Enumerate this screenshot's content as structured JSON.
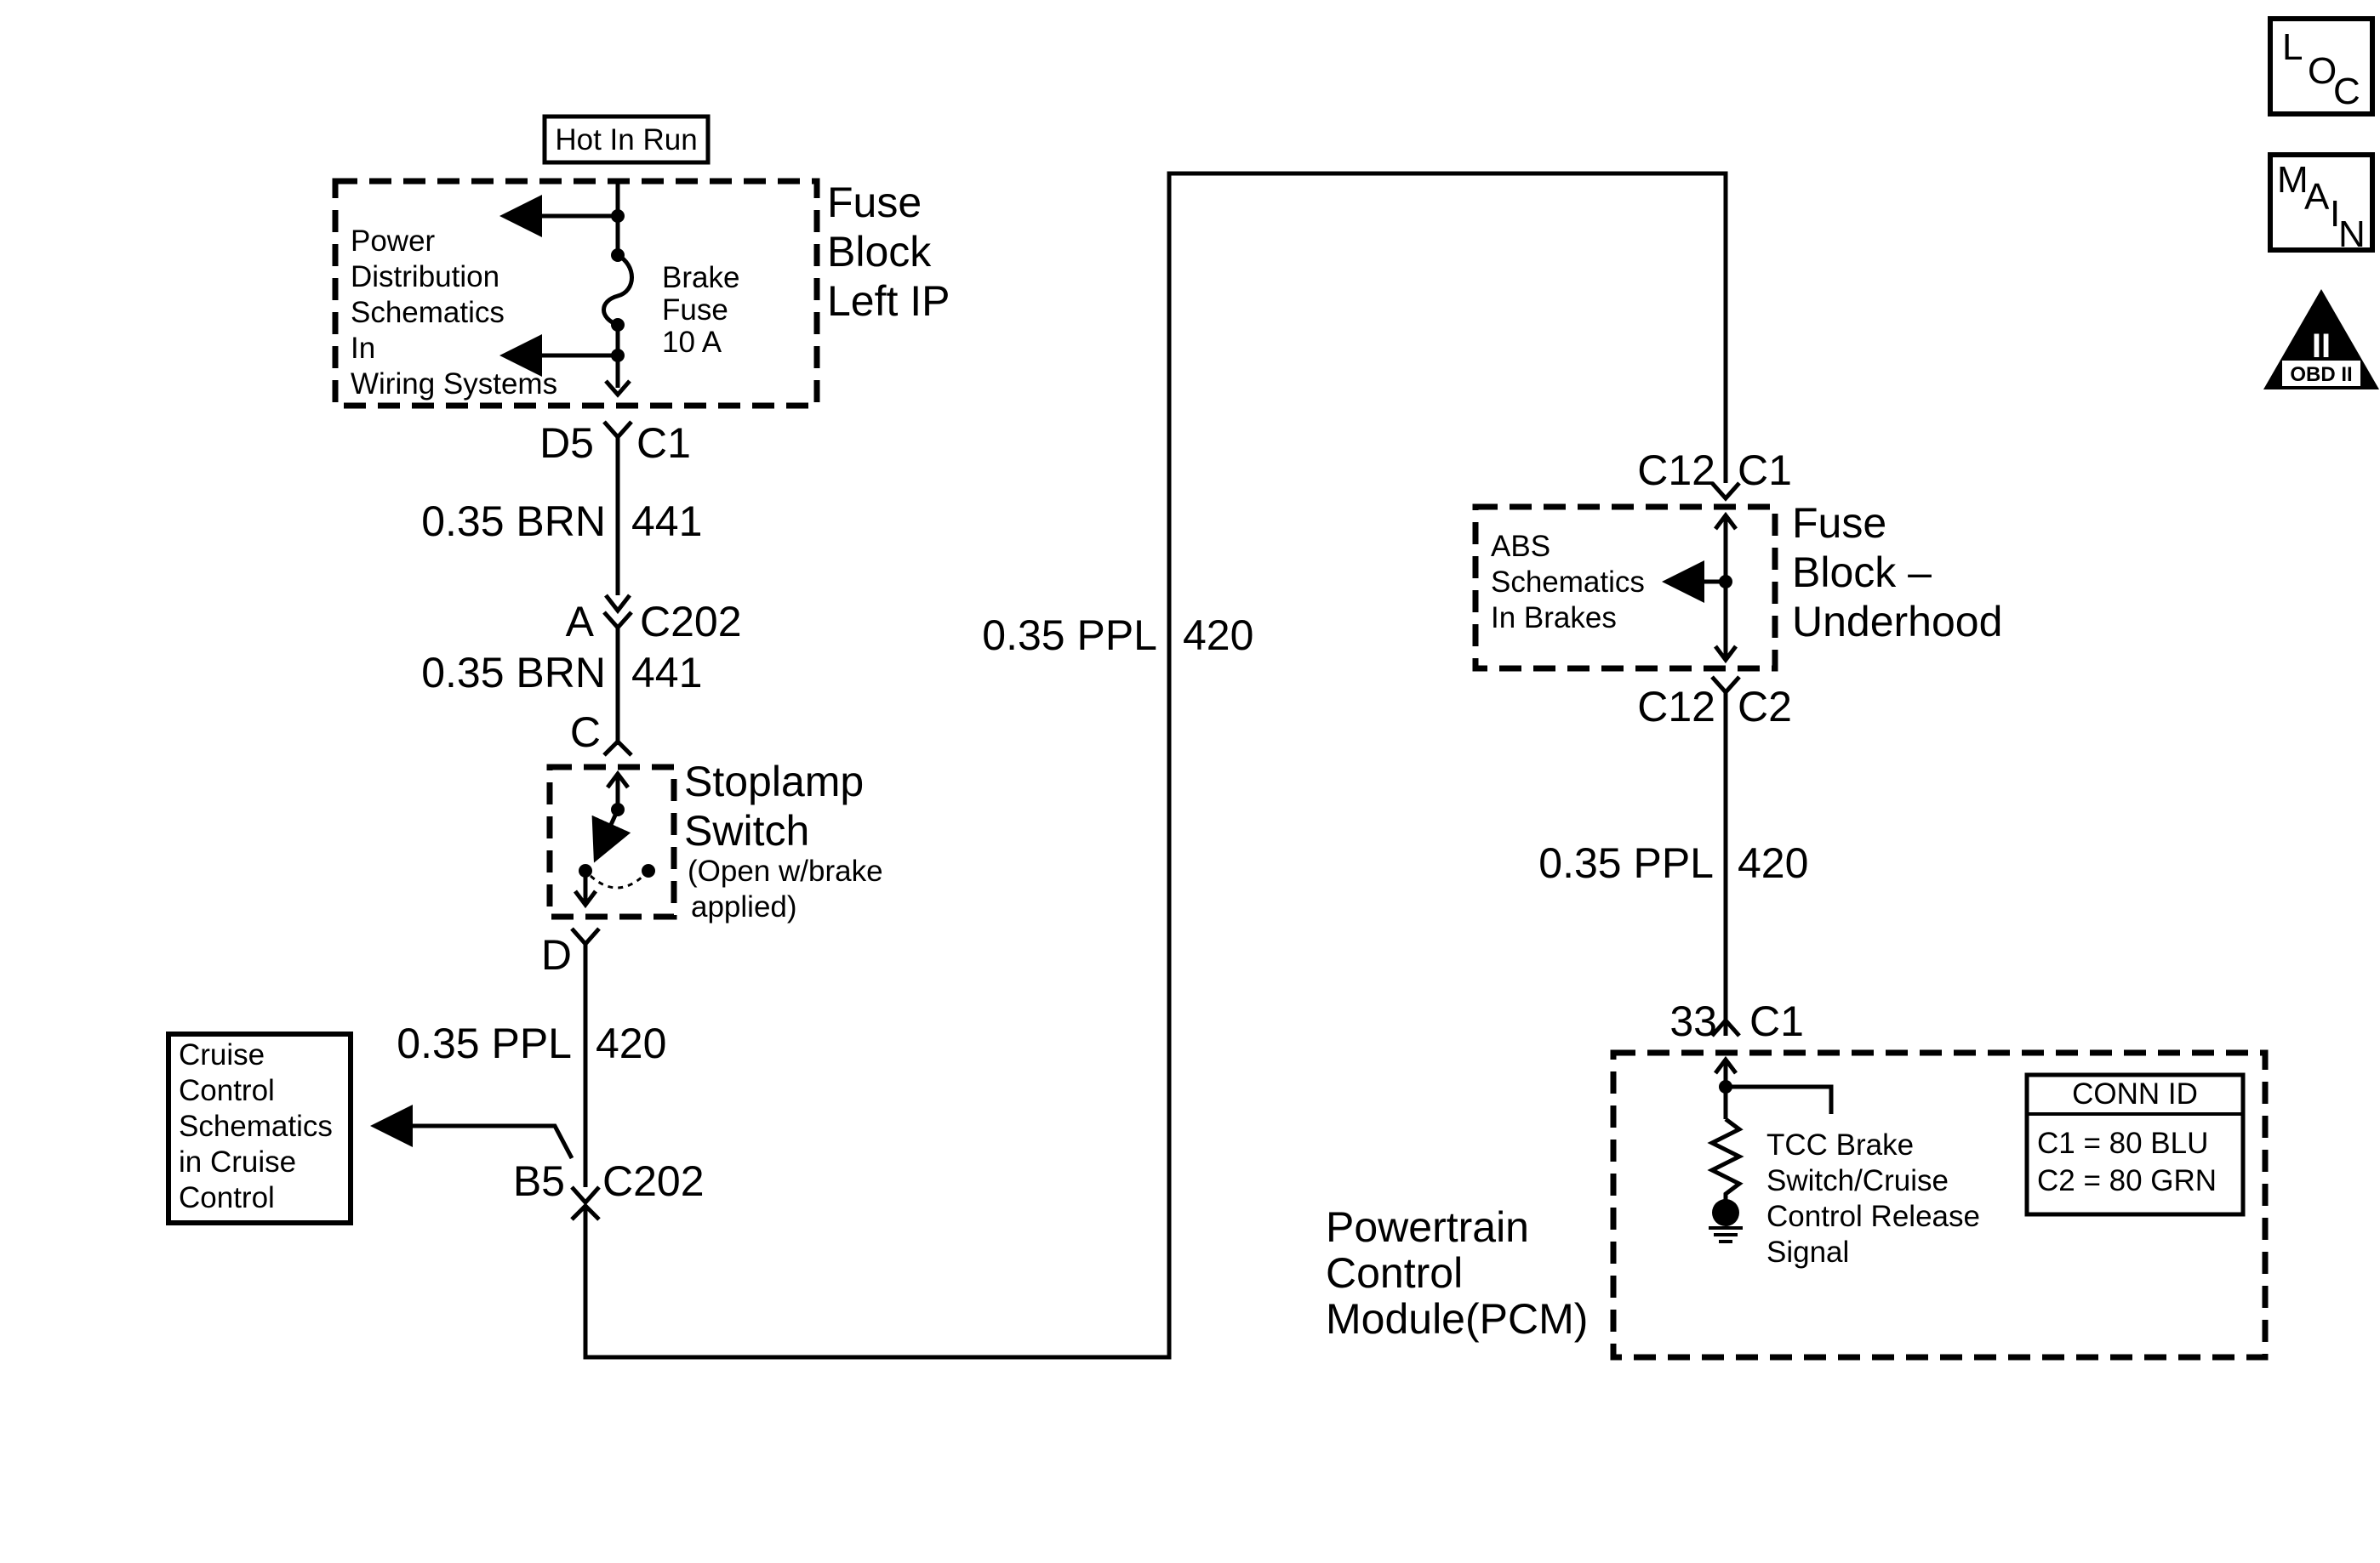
{
  "nav": {
    "loc": [
      "L",
      "O",
      "C"
    ],
    "main": [
      "M",
      "A",
      "I",
      "N"
    ],
    "obd": {
      "numeral": "II",
      "label": "OBD II"
    }
  },
  "hot_in_run": "Hot In Run",
  "fuse_block_left": {
    "title": [
      "Fuse",
      "Block",
      "Left IP"
    ],
    "pd_ref": [
      "Power",
      "Distribution",
      "Schematics",
      "In",
      "Wiring Systems"
    ],
    "fuse": [
      "Brake",
      "Fuse",
      "10 A"
    ],
    "conn_pin": "D5",
    "conn_id": "C1"
  },
  "wire_brn_1": {
    "label": "0.35 BRN",
    "circuit": "441"
  },
  "c202_a": {
    "pin": "A",
    "conn": "C202"
  },
  "wire_brn_2": {
    "label": "0.35 BRN",
    "circuit": "441"
  },
  "stoplamp": {
    "pin_in": "C",
    "title": [
      "Stoplamp",
      "Switch"
    ],
    "note": [
      "(Open w/brake",
      "applied)"
    ],
    "pin_out": "D"
  },
  "wire_ppl_left": {
    "label": "0.35 PPL",
    "circuit": "420"
  },
  "cruise_ref": [
    "Cruise",
    "Control",
    "Schematics",
    "in Cruise",
    "Control"
  ],
  "c202_b5": {
    "pin": "B5",
    "conn": "C202"
  },
  "wire_ppl_mid": {
    "label": "0.35 PPL",
    "circuit": "420"
  },
  "fuse_block_underhood": {
    "top_pin": "C12",
    "top_conn": "C1",
    "title": [
      "Fuse",
      "Block –",
      "Underhood"
    ],
    "abs_ref": [
      "ABS",
      "Schematics",
      "In Brakes"
    ],
    "bot_pin": "C12",
    "bot_conn": "C2"
  },
  "wire_ppl_right": {
    "label": "0.35 PPL",
    "circuit": "420"
  },
  "pcm": {
    "pin": "33",
    "conn": "C1",
    "title": [
      "Powertrain",
      "Control",
      "Module(PCM)"
    ],
    "signal": [
      "TCC Brake",
      "Switch/Cruise",
      "Control Release",
      "Signal"
    ],
    "conn_id_title": "CONN ID",
    "conn_ids": [
      "C1 = 80 BLU",
      "C2 = 80 GRN"
    ]
  }
}
